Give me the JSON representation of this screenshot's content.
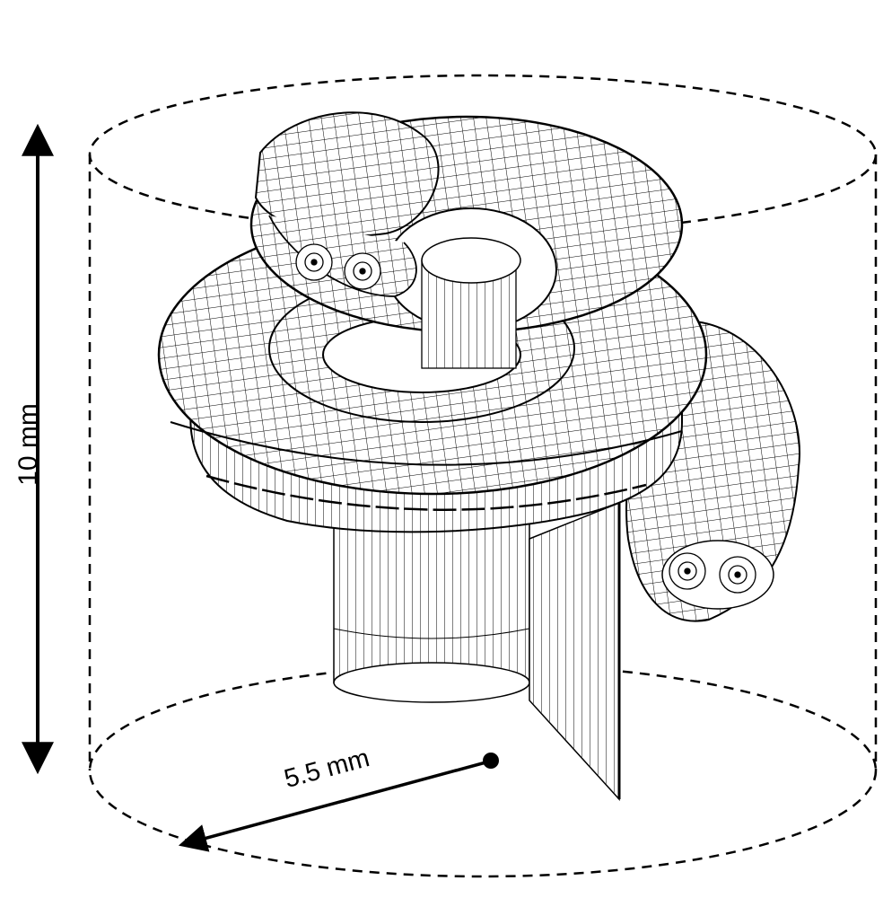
{
  "labels": {
    "height": "10 mm",
    "radius": "5.5 mm"
  },
  "colors": {
    "ink": "#000000",
    "background": "#ffffff"
  },
  "icons": {
    "height_arrow": "double-headed-vertical-arrow",
    "radius_arrow": "radius-arrow-with-center-dot"
  }
}
